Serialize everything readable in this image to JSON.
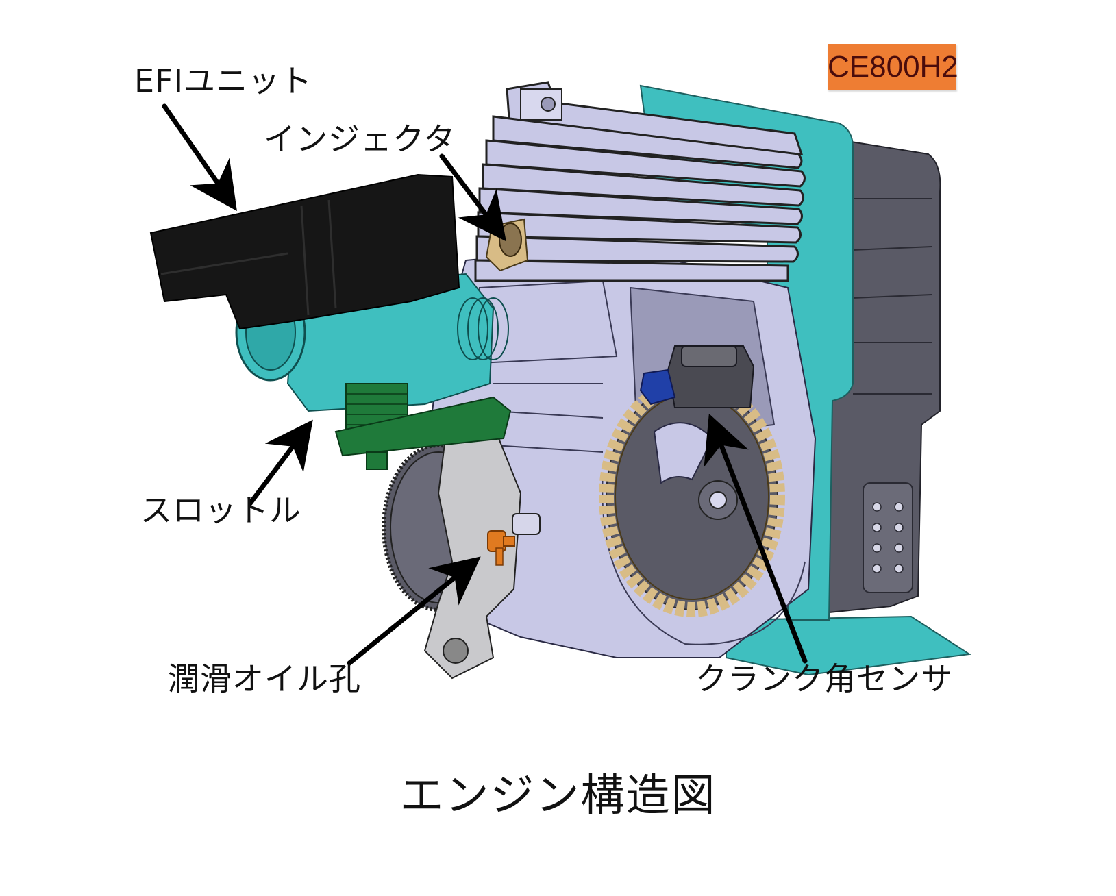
{
  "figure": {
    "model_badge": "CE800H2",
    "caption": "エンジン構造図",
    "colors": {
      "badge_bg": "#ee7d33",
      "badge_text": "#4a0c0c",
      "teal": "#3fbfbf",
      "engine_body": "#c8c8e6",
      "dark_housing": "#5a5a66",
      "efi_unit": "#161616",
      "throttle_green": "#1f7a3a",
      "ring_gear": "#d8bc86",
      "oil_plug": "#e07a20",
      "sensor_blue": "#2040a8"
    }
  },
  "callouts": [
    {
      "id": "efi",
      "label": "EFIユニット"
    },
    {
      "id": "injector",
      "label": "インジェクタ"
    },
    {
      "id": "throttle",
      "label": "スロットル"
    },
    {
      "id": "oil-hole",
      "label": "潤滑オイル孔"
    },
    {
      "id": "crank-sensor",
      "label": "クランク角センサ"
    }
  ]
}
